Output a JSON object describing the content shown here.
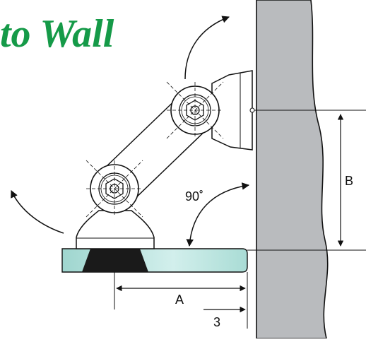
{
  "title": "to Wall",
  "colors": {
    "title": "#159a48",
    "wall": "#b9bbbe",
    "glass": "#b7e4de",
    "gasket": "#1a1a1a",
    "metal": "#ffffff",
    "line": "#111111"
  },
  "labels": {
    "angle": "90˚",
    "dim_a": "A",
    "dim_b": "B",
    "dim_offset": "3"
  },
  "icons": [
    "rotate-arrow-icon",
    "hex-bolt-icon"
  ]
}
